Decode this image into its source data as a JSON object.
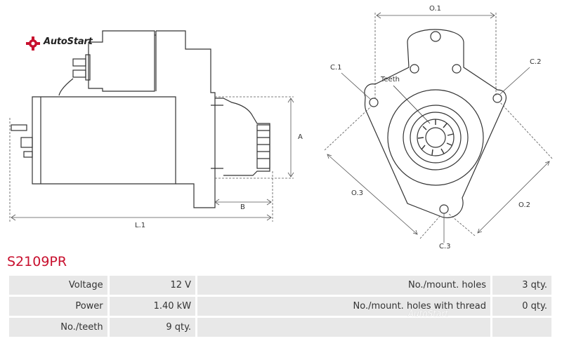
{
  "brand": {
    "name": "AutoStart"
  },
  "labels": {
    "o1": "O.1",
    "c1": "C.1",
    "c2": "C.2",
    "c3": "C.3",
    "o2": "O.2",
    "o3": "O.3",
    "teeth": "Teeth",
    "a": "A",
    "b": "B",
    "l1": "L.1"
  },
  "product": {
    "code": "S2109PR"
  },
  "specs": {
    "voltage": {
      "label": "Voltage",
      "value": "12 V"
    },
    "power": {
      "label": "Power",
      "value": "1.40 kW"
    },
    "teeth": {
      "label": "No./teeth",
      "value": "9 qty."
    },
    "mount_holes": {
      "label": "No./mount. holes",
      "value": "3 qty."
    },
    "mount_holes_thread": {
      "label": "No./mount. holes with thread",
      "value": "0 qty."
    }
  },
  "colors": {
    "title": "#c8102e",
    "cell": "#e8e8e8",
    "line": "#333333"
  }
}
